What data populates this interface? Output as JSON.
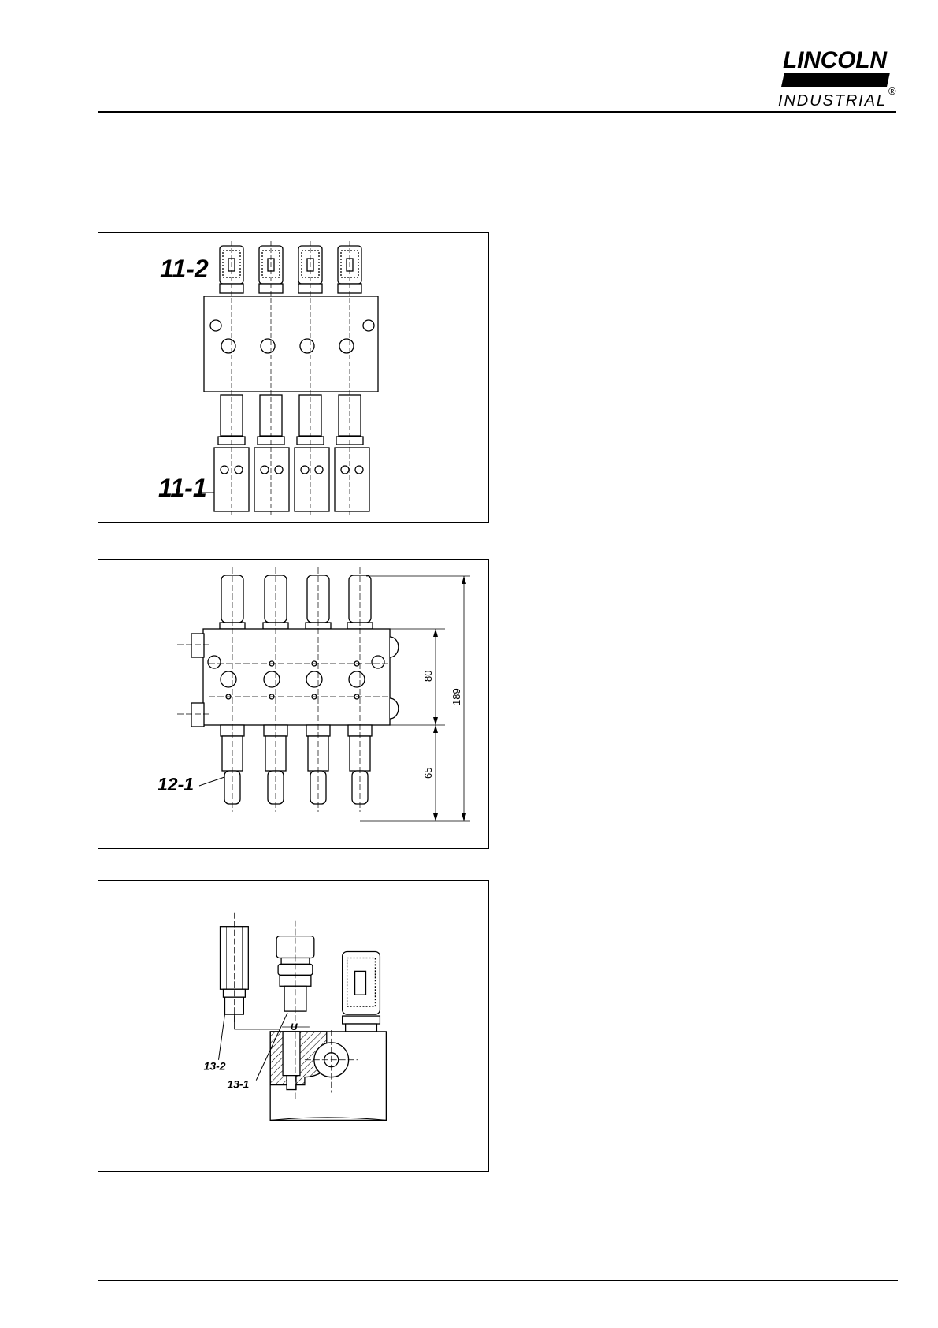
{
  "header": {
    "logo": {
      "line1": "LINCOLN",
      "line2": "INDUSTRIAL",
      "mark": "®"
    }
  },
  "figures": [
    {
      "callouts": [
        "11-2",
        "11-1"
      ]
    },
    {
      "callouts": [
        "12-1"
      ],
      "dimensions": [
        "80",
        "189",
        "65"
      ]
    },
    {
      "callouts": [
        "13-2",
        "13-1"
      ],
      "dimension_label": "U"
    }
  ]
}
